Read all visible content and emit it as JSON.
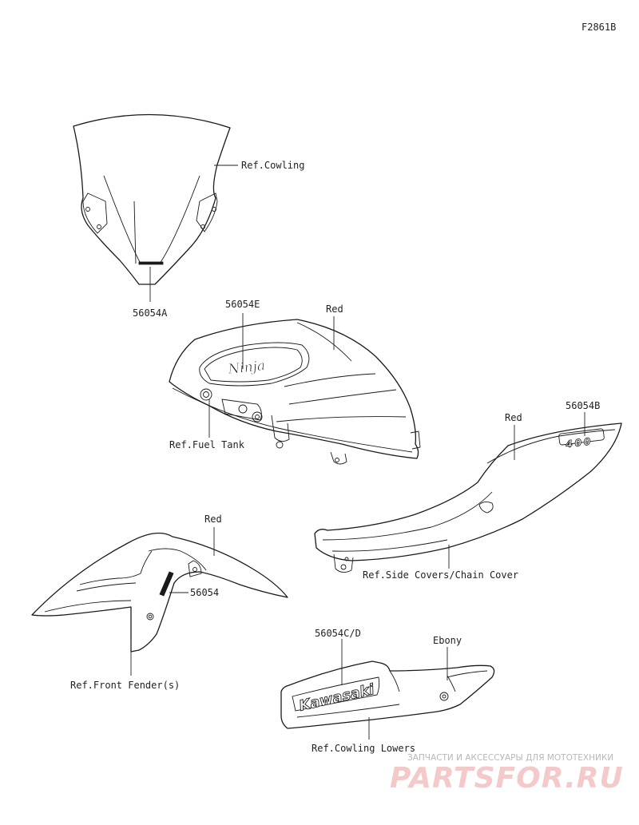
{
  "figure_code": "F2861B",
  "callouts": {
    "ref_cowling": "Ref.Cowling",
    "part_windshield": "56054A",
    "part_tank": "56054E",
    "color_tank": "Red",
    "ref_fuel_tank": "Ref.Fuel Tank",
    "color_side": "Red",
    "part_side": "56054B",
    "ref_side_covers": "Ref.Side Covers/Chain Cover",
    "color_fender": "Red",
    "part_fender": "56054",
    "ref_front_fender": "Ref.Front Fender(s)",
    "part_lowers": "56054C/D",
    "color_lowers": "Ebony",
    "ref_cowling_lowers": "Ref.Cowling Lowers"
  },
  "emblems": {
    "tank_logo": "Ninja",
    "side_badge": "400",
    "lower_brand": "Kawasaki"
  },
  "watermark": {
    "tagline": "ЗАПЧАСТИ И АКСЕССУАРЫ ДЛЯ МОТОТЕХНИКИ",
    "brand": "PARTSFOR.RU",
    "brand_color": "#f3c9c9"
  }
}
